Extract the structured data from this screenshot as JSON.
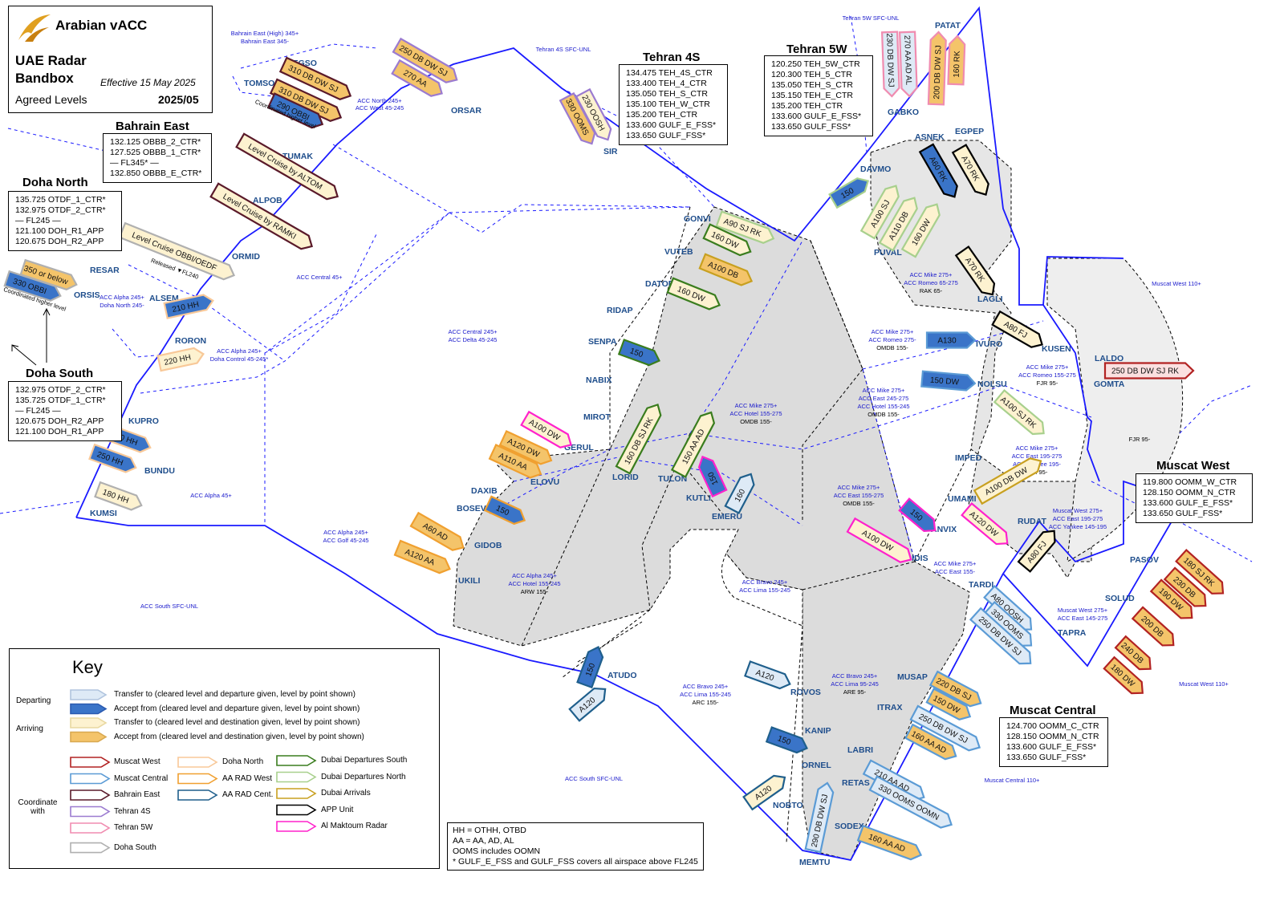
{
  "header": {
    "brand": "Arabian vACC",
    "title_line1": "UAE Radar",
    "title_line2": "Bandbox",
    "effective": "Effective 15 May 2025",
    "subtitle": "Agreed Levels",
    "version": "2025/05"
  },
  "freq_boxes": {
    "bahrain_east": {
      "title": "Bahrain East",
      "lines": [
        "132.125 OBBB_2_CTR*",
        "127.525 OBBB_1_CTR*",
        "— FL345* —",
        "132.850 OBBB_E_CTR*"
      ]
    },
    "doha_north": {
      "title": "Doha North",
      "lines": [
        "135.725 OTDF_1_CTR*",
        "132.975 OTDF_2_CTR*",
        "— FL245 —",
        "121.100 DOH_R1_APP",
        "120.675 DOH_R2_APP"
      ]
    },
    "doha_south": {
      "title": "Doha South",
      "lines": [
        "132.975 OTDF_2_CTR*",
        "135.725 OTDF_1_CTR*",
        "— FL245 —",
        "120.675 DOH_R2_APP",
        "121.100 DOH_R1_APP"
      ]
    },
    "tehran_4s": {
      "title": "Tehran 4S",
      "lines": [
        "134.475 TEH_4S_CTR",
        "133.400 TEH_4_CTR",
        "135.050 TEH_S_CTR",
        "135.100 TEH_W_CTR",
        "135.200 TEH_CTR",
        "133.600 GULF_E_FSS*",
        "133.650 GULF_FSS*"
      ]
    },
    "tehran_5w": {
      "title": "Tehran 5W",
      "lines": [
        "120.250 TEH_5W_CTR",
        "120.300 TEH_5_CTR",
        "135.050 TEH_S_CTR",
        "135.150 TEH_E_CTR",
        "135.200 TEH_CTR",
        "133.600 GULF_E_FSS*",
        "133.650 GULF_FSS*"
      ]
    },
    "muscat_west": {
      "title": "Muscat West",
      "lines": [
        "119.800 OOMM_W_CTR",
        "128.150 OOMM_N_CTR",
        "133.600 GULF_E_FSS*",
        "133.650 GULF_FSS*"
      ]
    },
    "muscat_central": {
      "title": "Muscat Central",
      "lines": [
        "124.700 OOMM_C_CTR",
        "128.150 OOMM_N_CTR",
        "133.600 GULF_E_FSS*",
        "133.650 GULF_FSS*"
      ]
    }
  },
  "notes": {
    "abbrev": [
      "HH = OTHH, OTBD",
      "AA = AA, AD, AL",
      "OOMS includes OOMN",
      "* GULF_E_FSS and GULF_FSS covers all airspace above FL245"
    ],
    "coordinated_higher": "Coordinated higher level",
    "released": "Released ▼FL240"
  },
  "key": {
    "title": "Key",
    "departing": "Departing",
    "arriving": "Arriving",
    "coordinate_with": "Coordinate with",
    "rows": [
      "Transfer to (cleared level and departure given, level by point shown)",
      "Accept from (cleared level and departure given, level by point shown)",
      "Transfer to (cleared level and destination given, level by point shown)",
      "Accept from (cleared level and destination given, level by point shown)"
    ],
    "units": [
      {
        "label": "Muscat West",
        "color": "#b22222"
      },
      {
        "label": "Muscat Central",
        "color": "#5b9bd5"
      },
      {
        "label": "Bahrain East",
        "color": "#5a1a2a"
      },
      {
        "label": "Tehran 4S",
        "color": "#9b7bd0"
      },
      {
        "label": "Tehran 5W",
        "color": "#f08cb0"
      },
      {
        "label": "Doha South",
        "color": "#b0b0b0"
      },
      {
        "label": "Doha North",
        "color": "#f8c898"
      },
      {
        "label": "AA RAD West",
        "color": "#f0a030"
      },
      {
        "label": "AA RAD Cent.",
        "color": "#1f5f8c"
      },
      {
        "label": "Dubai Departures South",
        "color": "#3a7d1e"
      },
      {
        "label": "Dubai Departures North",
        "color": "#a8d08d"
      },
      {
        "label": "Dubai Arrivals",
        "color": "#c8a020"
      },
      {
        "label": "APP Unit",
        "color": "#000000"
      },
      {
        "label": "Al Maktoum Radar",
        "color": "#ff22cc"
      }
    ]
  },
  "waypoints": [
    "DEGSO",
    "TOMSO",
    "TUMAK",
    "ALPOB",
    "ORMID",
    "RESAR",
    "ORSIS",
    "ALSEM",
    "RORON",
    "KUPRO",
    "BUNDU",
    "KUMSI",
    "ORSAR",
    "SIR",
    "GONVI",
    "VUTEB",
    "DATOB",
    "RIDAP",
    "SENPA",
    "NABIX",
    "MIROT",
    "GERUL",
    "ELOVU",
    "DAXIB",
    "BOSEV",
    "GIDOB",
    "UKILI",
    "LORID",
    "TULON",
    "KUTLI",
    "EMERU",
    "ATUDO",
    "ROVOS",
    "KANIP",
    "ORNEL",
    "NOBTO",
    "MEMTU",
    "SODEX",
    "RETAS",
    "LABRI",
    "ITRAX",
    "MUSAP",
    "TARDI",
    "GIDIS",
    "ANVIX",
    "UMAMI",
    "RUDAT",
    "IMPED",
    "NOLSU",
    "IVURO",
    "KUSEN",
    "LALDO",
    "GOMTA",
    "TAPRA",
    "SOLUD",
    "PASOV",
    "LAGLI",
    "PUVAL",
    "DAVMO",
    "ASNEK",
    "EGPEP",
    "GABKO",
    "PATAT"
  ],
  "sector_labels": [
    "Bahrain East (High) 345+",
    "Bahrain East 345-",
    "ACC North 245+",
    "ACC West 45-245",
    "Tehran 4S SFC-UNL",
    "Tehran 5W SFC-UNL",
    "ACC Central 45+",
    "ACC Alpha 245+",
    "Doha North 245-",
    "ACC Alpha 245+",
    "Doha Control 45-245*",
    "ACC Central 245+",
    "ACC Delta 45-245",
    "ACC Alpha 45+",
    "ACC Alpha 245+",
    "ACC Golf 45-245",
    "ACC South SFC-UNL",
    "ACC Alpha 245+",
    "ACC Hotel 155-245",
    "ARW 155-",
    "ACC Mike 275+",
    "ACC Hotel 155-275",
    "OMDB 155-",
    "ACC Mike 275+",
    "ACC Romeo 275-",
    "OMDB 155-",
    "ACC Mike 275+",
    "ACC East 245-275",
    "ACC Hotel 155-245",
    "OMDB 155-",
    "ACC Mike 275+",
    "ACC Romeo 65-275",
    "RAK 65-",
    "ACC Mike 275+",
    "ACC Romeo 155-275",
    "FJR 95-",
    "Muscat West 110+",
    "FJR 95-",
    "ACC Mike 275+",
    "ACC East 195-275",
    "ACC Yankee 195-",
    "FJR 95-",
    "ACC Mike 275+",
    "ACC East 155-275",
    "OMDB 155-",
    "Muscat West 275+",
    "ACC East 195-275",
    "ACC Yankee 145-195",
    "ACC Mike 275+",
    "ACC East 155-",
    "Muscat West 275+",
    "ACC East 145-275",
    "ACC Bravo 245+",
    "ACC Lima 155-245",
    "ACC Bravo 245+",
    "ACC Lima 155-245",
    "ARC 155-",
    "ACC Bravo 245+",
    "ACC Lima 95-245",
    "ARE 95-",
    "ACC South SFC-UNL",
    "Muscat Central 110+",
    "Muscat West 110+"
  ],
  "arrows": [
    "310 DB DW SJ",
    "310 DB DW SJ",
    "290 OBBI",
    "250 DB DW SJ",
    "270 AA",
    "Level Cruise by ALTOM",
    "Level Cruise by RAMKI",
    "Level Cruise OBBI/OEDF",
    "350 or below",
    "330 OBBI",
    "210 HH",
    "220 HH",
    "250 HH",
    "250 HH",
    "180 HH",
    "330 OOMS",
    "230 OOSH",
    "230 DB DW SJ",
    "270 AA AD AL",
    "200 DB DW SJ",
    "160 RK",
    "A90 SJ RK",
    "160 DW",
    "A100 DB",
    "160 DW",
    "150",
    "160 DB SJ RK",
    "150 AA AD",
    "150",
    "160",
    "A100 DW",
    "A120 DW",
    "A110 AA",
    "150",
    "A60 AD",
    "A120 AA",
    "150",
    "A120",
    "A120",
    "150",
    "A120",
    "150",
    "A100 SJ",
    "A110 DB",
    "160 DW",
    "A60 RK",
    "A70 RK",
    "A70 RK",
    "A130",
    "150 DW",
    "A80 FJ",
    "A100 SJ RK",
    "A100 DB DW",
    "150",
    "A120 DW",
    "A100 DW",
    "A80 FJ",
    "250 DB DW SJ RK",
    "A80 OOSH",
    "330 OOMS",
    "250 DB DW SJ",
    "180 SJ RK",
    "230 DB",
    "190 DW",
    "200 DB",
    "240 DB",
    "180 DW",
    "220 DB SJ",
    "150 DW",
    "250 DB DW SJ",
    "160 AA AD",
    "210 AA AD",
    "330 OOMS OOMN",
    "160 AA AD",
    "290 DB DW SJ"
  ]
}
